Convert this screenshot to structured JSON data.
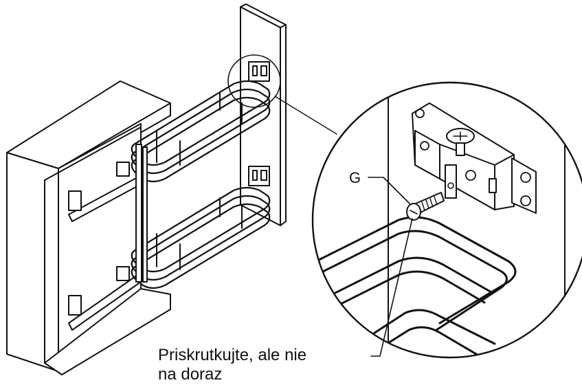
{
  "callout": {
    "part_letter": "G",
    "caption_line1": "Priskrutkujte, ale nie",
    "caption_line2": "na doraz"
  },
  "colors": {
    "line": "#111111",
    "background": "#ffffff"
  },
  "icons": [
    "cabinet-drawing",
    "wire-basket",
    "mounting-bracket",
    "screw"
  ]
}
